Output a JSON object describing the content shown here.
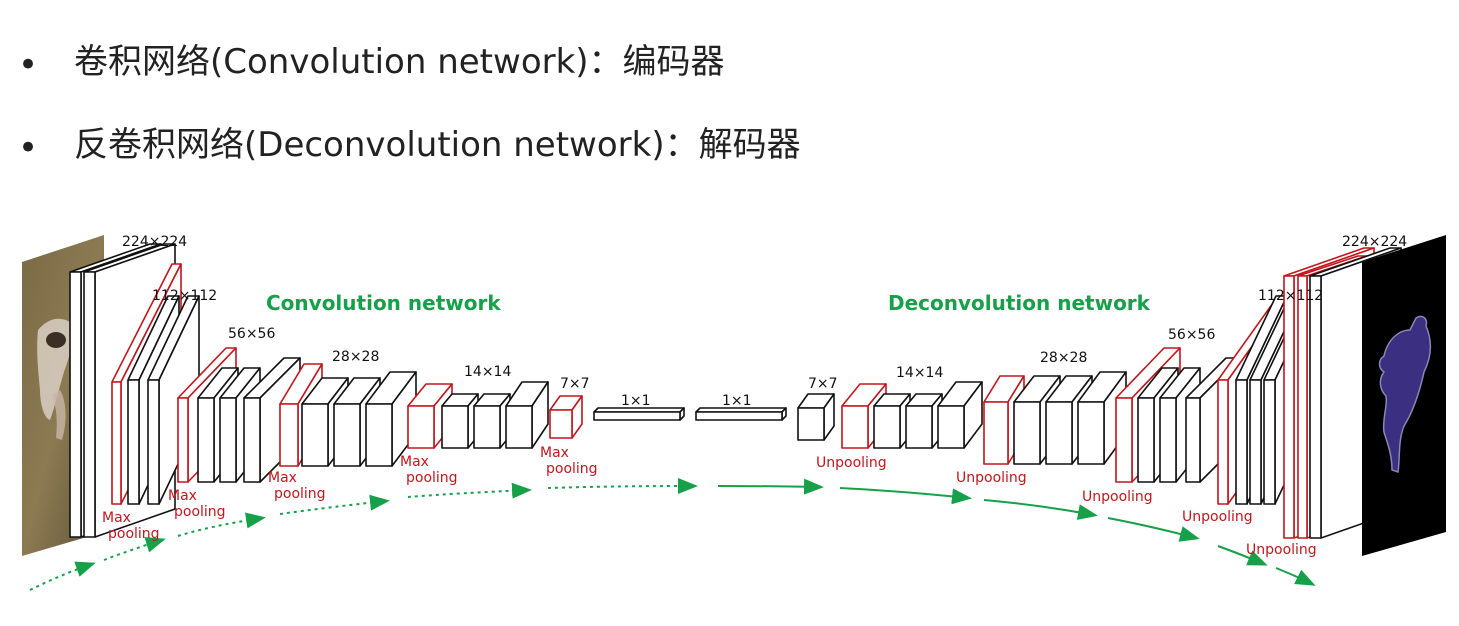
{
  "bullets": [
    {
      "marker": "•",
      "text": "卷积网络(Convolution network)：编码器"
    },
    {
      "marker": "•",
      "text": "反卷积网络(Deconvolution network)：解码器"
    }
  ],
  "diagram": {
    "encoder_title": "Convolution network",
    "decoder_title": "Deconvolution network",
    "encoder_sizes": [
      "224×224",
      "112×112",
      "56×56",
      "28×28",
      "14×14",
      "7×7"
    ],
    "middle_sizes": [
      "1×1",
      "1×1"
    ],
    "decoder_sizes": [
      "7×7",
      "14×14",
      "28×28",
      "56×56",
      "112×112",
      "224×224"
    ],
    "pool_labels": [
      [
        "Max",
        "pooling"
      ],
      [
        "Max",
        "pooling"
      ],
      [
        "Max",
        "pooling"
      ],
      [
        "Max",
        "pooling"
      ],
      [
        "Max",
        "pooling"
      ]
    ],
    "unpool_labels": [
      "Unpooling",
      "Unpooling",
      "Unpooling",
      "Unpooling",
      "Unpooling"
    ],
    "colors": {
      "layer_outline": "#111111",
      "pool_outline": "#c0171d",
      "title_green": "#17a04a",
      "arrow_green": "#17a04a",
      "output_bg": "#000000",
      "mask_fill": "#3a2f80"
    },
    "input_image_icon": "dog-photo",
    "output_image_icon": "segmentation-mask"
  }
}
